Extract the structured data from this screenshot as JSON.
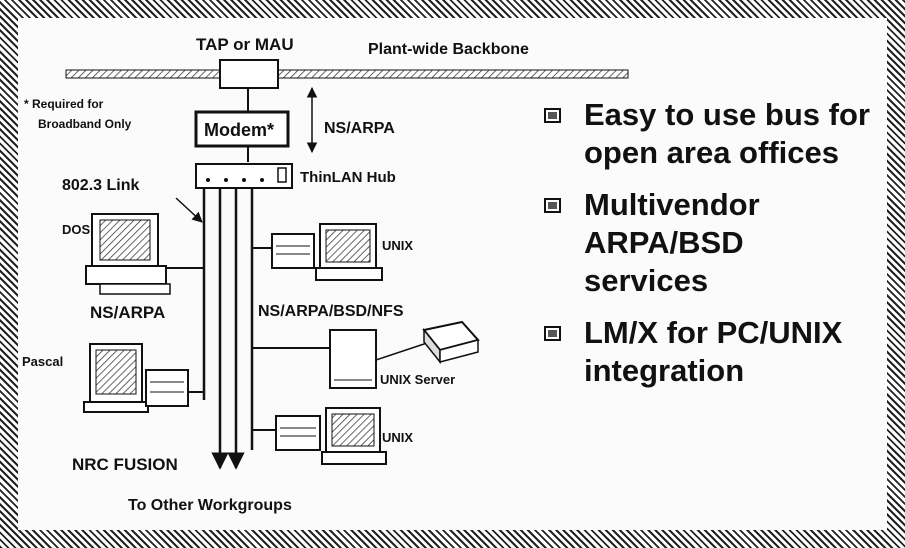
{
  "diagram": {
    "tap_label": "TAP or MAU",
    "backbone_label": "Plant-wide Backbone",
    "required_note_line1": "* Required for",
    "required_note_line2": "Broadband Only",
    "modem_label": "Modem*",
    "nsarpa_top": "NS/ARPA",
    "hub_label": "ThinLAN Hub",
    "link_label": "802.3 Link",
    "dos_label": "DOS",
    "nsarpa_left": "NS/ARPA",
    "unix_top": "UNIX",
    "nsarpa_bsd_nfs": "NS/ARPA/BSD/NFS",
    "unix_server": "UNIX Server",
    "pascal_label": "Pascal",
    "nrc_fusion": "NRC FUSION",
    "unix_bottom": "UNIX",
    "other_workgroups": "To Other Workgroups"
  },
  "bullets": [
    {
      "text": "Easy to use bus for\nopen area offices"
    },
    {
      "text": "Multivendor ARPA/BSD\nservices"
    },
    {
      "text": "LM/X for PC/UNIX\nintegration"
    }
  ],
  "colors": {
    "ink": "#111111",
    "background": "#fbfbfb",
    "hatch": "#222222"
  }
}
